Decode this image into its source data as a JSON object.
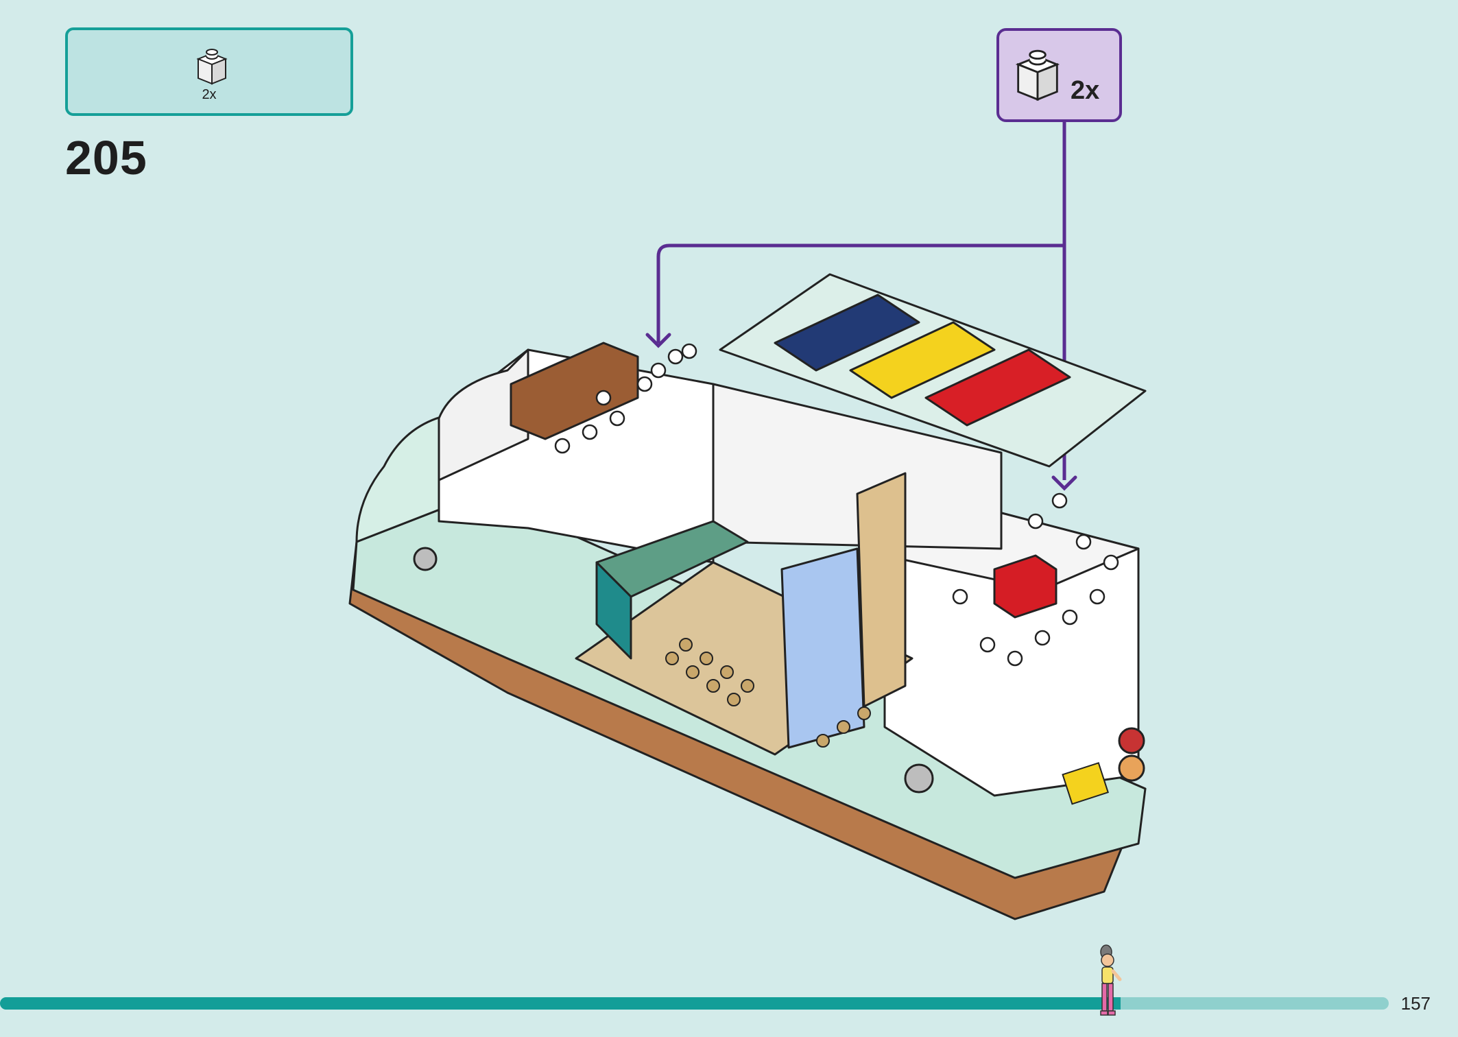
{
  "step": {
    "number": "205",
    "parts_quantity": "2x",
    "parts_brick": "white-1x1-brick-icon"
  },
  "callout": {
    "quantity": "2x",
    "brick": "white-1x1-brick-icon",
    "frame_color": "#5a2d91",
    "fill_color": "#d8c8e9"
  },
  "page": {
    "number": "157",
    "progress": 0.807
  },
  "colors": {
    "background": "#d3ebea",
    "accent": "#159f98",
    "callout": "#5a2d91"
  }
}
